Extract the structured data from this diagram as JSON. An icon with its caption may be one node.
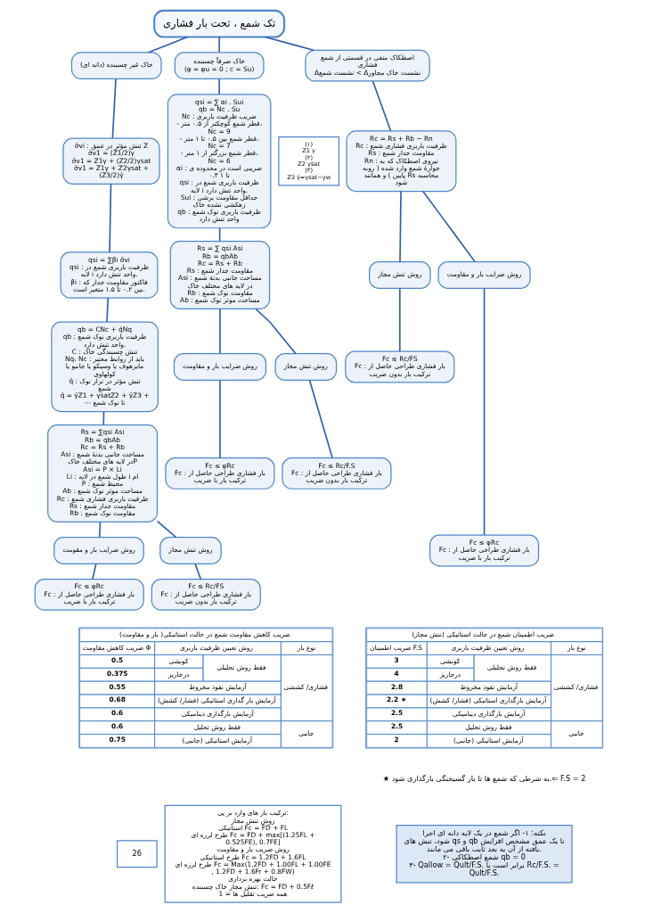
{
  "diagram": {
    "nodes": [
      {
        "text": [
          "تک شمع ، تحت بار فشاری"
        ]
      },
      {
        "text": [
          "خاک غیر چسبنده (دانه ای)"
        ]
      },
      {
        "text": [
          "خاک صرفاً چسبنده",
          "(φ = φu = 0 ; c = Su)"
        ]
      },
      {
        "text": [
          "اصطکاک منفی در قسمتی از شمع فشاری",
          "Δنشست شمع < Δنشست خاک مجاور"
        ]
      },
      {
        "text": [
          "σ̄vi : تنش مؤثر در عمق Z",
          "σ̄v1 = (Z1/2)γ",
          "σ̄v1 = Z1γ + (Z2/2)γsat",
          "σ̄v1 = Z1γ + Z2γsat + (Z3/2)γ́"
        ]
      },
      {
        "text": [
          "(۱)",
          "Z1 γ",
          "(۲)",
          "Z2 γsat",
          "(۳)",
          "Z3 γ́=γsat−γw"
        ]
      },
      {
        "text": [
          "qsi = ∑βi σ̄vi",
          "qsi : ظرفیت باربری شمع در لایه i واحد تنش دارد.",
          "βi : فاکتور مقاومت جدار که بین ۰.۲ تا ۱.۵ متغیر است."
        ]
      },
      {
        "text": [
          "qb = CNc + q́Nq",
          "qb : ظرفیت باربری نوک شمع واحد تنش دارد.",
          "C : تنش چسبندگی خاک",
          "Nq، Nc : باید از روابط معتبر مایرهوف یا وسیکو یا جانبو یا کولهاوی",
          "q́ : تنش مؤثر در تراز نوک شمع",
          "q́ = γ́Z1 + γsatZ2 + γ́Z3 + ⋯ تا نوک شمع"
        ]
      },
      {
        "text": [
          "Rs = ∑qsi Asi",
          "Rb = qbAb",
          "Rc = Rs + Rb",
          "Asi : مساحت جانبی بدنهٔ شمع در لایه های مختلف خاکP",
          "Asi = P × Li",
          "Li : طول شمع در لایه i ام",
          "P : محیط شمع",
          "Ab : مساحت موثر نوک شمع",
          "Rc : ظرفیت باربری فشاری شمع",
          "Rs : مقاومت جدار شمع",
          "Rb : مقاومت نوک شمع"
        ]
      },
      {
        "text": [
          "روش تنش مجاز"
        ]
      },
      {
        "text": [
          "روش ضرایب بار و مقومت"
        ]
      },
      {
        "text": [
          "Fc ≤ Rc/FS",
          "Fc : بار فشاری طراحی حاصل از ترکیب بار بدون ضریب"
        ]
      },
      {
        "text": [
          "Fc ≤ φRc",
          "Fc : بار فشاری طراحی حاصل از ترکیب بار با ضریب"
        ]
      },
      {
        "text": [
          "qsi = ∑ αi . Sui",
          "qb = Nc . Su",
          "Nc : ضریب ظرفیت باربری",
          "- قطر شمع کوچکتر از ۰.۵ متر، Nc = 9",
          "- قطر شمع بین ۰.۵ تا ۱ متر، Nc = 7",
          "- قطر شمع بزرگتر از ۱ متر، Nc = 6",
          "αi : ضریبی است در محدوده ی ۰.۳ تا ۱",
          "qsi : ظرفیت باربری شمع در لایه i واحد تنش دارد.",
          "Sui : حداقل مقاومت برشی زهکشی نشده خاک",
          "qb : ظرفیت باربری نوک شمع واحد تنش دارد"
        ]
      },
      {
        "text": [
          "Rs = ∑ qsi Asi",
          "Rb = qbAb",
          "Rc = Rs + Rb",
          "Rs : مقاومت جدار شمع",
          "Asi : مساحت جانبی بدنهٔ شمع در لایه های مختلف خاک",
          "Rb : مقاومت نوک شمع",
          "Ab : مساحت موثر نوک شمع"
        ]
      },
      {
        "text": [
          "روش تنش مجاز"
        ]
      },
      {
        "text": [
          "روش ضرایب بار و مقاومت"
        ]
      },
      {
        "text": [
          "Fc ≤ Rc/F.S",
          "Fc : بار فشاری طراحی حاصل از ترکیب بار بدون ضریب"
        ]
      },
      {
        "text": [
          "Fc ≤ φRc",
          "Fc : بار فشاری طراحی حاصل از ترکیب بار با ضریب"
        ]
      },
      {
        "text": [
          "Rc = Rs + Rb − Rn",
          "Rc : ظرفیت باربری فشاری شمع",
          "Rs : مقاومت جدار شمع",
          "Rn : نیروی اصطکاک که به جوارهٔ شمع وارد شده ( روبه پایین ) و همانند Rs محاسبه شود"
        ]
      },
      {
        "text": [
          "روش تنش مجاز"
        ]
      },
      {
        "text": [
          "روش ضرایب بار و مقاومت"
        ]
      },
      {
        "text": [
          "Fc ≤ Rc/FS",
          "Fc : بار فشاری طراحی حاصل از ترکیب بار بدون ضریب"
        ]
      },
      {
        "text": [
          "Fc ≤ φRc",
          "Fc : بار فشاری طراحی حاصل از ترکیب بار با ضریب"
        ]
      },
      {
        "text": [
          "ترکیب بار های وارد بر پی:",
          "روش تنش مجاز",
          "استاتیکی Fc = FD + FL",
          "طرح لرزه ای Fc = FD + max[(1.25FL + 0.525FE), 0.7FE]",
          "روش ضریب بار و مقاومت",
          "طرح استاتیکی Fc = 1.2FD + 1.6FL",
          "طرح لرزه ای Fc = Max(1.2FD + 1.00FL + 1.00FE , 1.2FD + 1.6Fr + 0.8FW)",
          "حالت بهره برداری",
          "تنش مجاز خاک چسبنده: Fc = FD + 0.5Fℓ",
          "همه ضریب تقلیل ها = 1"
        ]
      },
      {
        "text": [
          "نکته: ۱- اگر شمع در یک لایه دانه ای اجرا شود، تنش های qs و qb تا یک عمق مشخص افزایش یافته از آن به بعد ثابت باقی می مانند.",
          "۲- شمع اصطکاکی qb = 0",
          "۳- Qallow = Qult/F.S. برابر است با Rc/F.S. = Qult/F.S."
        ]
      },
      {
        "text": [
          "26"
        ]
      }
    ],
    "edges": [
      {
        "from": 0,
        "to": 1,
        "arrow": "none"
      },
      {
        "from": 0,
        "to": 2,
        "arrow": "none"
      },
      {
        "from": 0,
        "to": 3,
        "arrow": "none"
      },
      {
        "from": 1,
        "to": 4,
        "arrow": "none"
      },
      {
        "from": 4,
        "to": 6,
        "arrow": "none"
      },
      {
        "from": 6,
        "to": 7,
        "arrow": "none"
      },
      {
        "from": 7,
        "to": 8,
        "arrow": "none"
      },
      {
        "from": 8,
        "to": 9,
        "arrow": "none"
      },
      {
        "from": 8,
        "to": 10,
        "arrow": "none"
      },
      {
        "from": 9,
        "to": 11,
        "arrow": "none"
      },
      {
        "from": 10,
        "to": 12,
        "arrow": "none"
      },
      {
        "from": 2,
        "to": 13,
        "arrow": "none"
      },
      {
        "from": 13,
        "to": 14,
        "arrow": "none"
      },
      {
        "from": 14,
        "to": 15,
        "arrow": "none"
      },
      {
        "from": 14,
        "to": 16,
        "arrow": "none"
      },
      {
        "from": 15,
        "to": 17,
        "arrow": "none"
      },
      {
        "from": 16,
        "to": 18,
        "arrow": "none"
      },
      {
        "from": 3,
        "to": 19,
        "arrow": "none"
      },
      {
        "from": 19,
        "to": 20,
        "arrow": "none"
      },
      {
        "from": 19,
        "to": 21,
        "arrow": "none"
      },
      {
        "from": 20,
        "to": 22,
        "arrow": "none"
      },
      {
        "from": 21,
        "to": 23,
        "arrow": "none"
      }
    ],
    "labels": [
      "ضریب کاهش مقاومت شمع در حالت استاتیکی( بار و مقاومت)",
      "نوع بار",
      "روش تعیین ظرفیت باربری",
      "ضریب کاهش مقاومت Φ",
      "فشاری/ کششی",
      "فقط روش تحلیلی",
      "کوبشی",
      "0.5",
      "درجاریز",
      "0.375",
      "آزمایش نفوذ مخروط",
      "0.55",
      "آزمایش بار گذاری استاتیکی (فشار/ کشش)",
      "0.68",
      "آزمایش بارگذاری دینامیکی",
      "0.6",
      "جانبی",
      "فقط روش تحلیل",
      "0.6",
      "آزمایش استاتیکی (جانبی)",
      "0.75",
      "ضریب اطمینان شمع در حالت استاتیکی (تنش مجاز)",
      "نوع بار",
      "روش تعیین ظرفیت باربری",
      "ضریب اطمینان F.S",
      "فشاری/ کششی",
      "فقط روش تحلیلی",
      "کوبشی",
      "3",
      "درجاریز",
      "4",
      "آزمایش نفوذ مخروط",
      "2.8",
      "آزمایش بارگذاری استاتیکی (فشار/ کشش)",
      "2.2 ★",
      "آزمایش بارگذاری دینامیکی",
      "2.5",
      "جانبی",
      "فقط روش تحلیل",
      "2.5",
      "آزمایش استاتیکی (جانبی)",
      "2",
      "★ به شرطی که شمع ها تا بار گسیختگی بارگذاری شود.⇐ F.S = 2"
    ]
  }
}
